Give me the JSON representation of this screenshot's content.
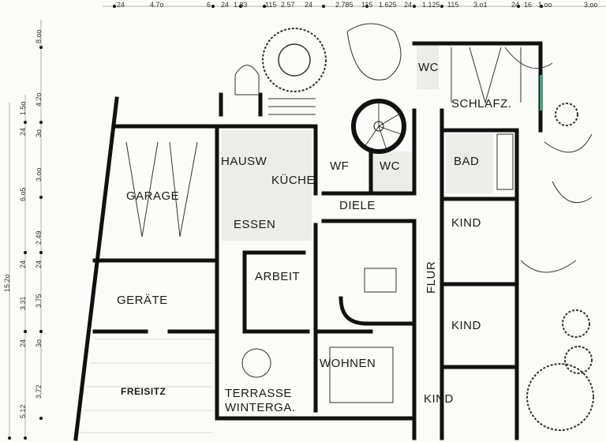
{
  "rooms": [
    {
      "label": "GARAGE"
    },
    {
      "label": "GERÄTE"
    },
    {
      "label": "FREISITZ"
    },
    {
      "label": "HAUSW"
    },
    {
      "label": "KÜCHE"
    },
    {
      "label": "ESSEN"
    },
    {
      "label": "WF"
    },
    {
      "label": "WC"
    },
    {
      "label": "DIELE"
    },
    {
      "label": "ARBEIT"
    },
    {
      "label": "WOHNEN"
    },
    {
      "label": "TERRASSE"
    },
    {
      "label": "WINTERGA."
    },
    {
      "label": "FLUR"
    },
    {
      "label": "SCHLAFZ."
    },
    {
      "label": "WC"
    },
    {
      "label": "BAD"
    },
    {
      "label": "KIND"
    },
    {
      "label": "KIND"
    },
    {
      "label": "KIND"
    }
  ],
  "dimensions_top": [
    "24",
    "4.7o",
    "6",
    "24",
    "1.83",
    "115",
    "2.57",
    "24",
    "2.785",
    "115",
    "1.625",
    "24",
    "1.125",
    "115",
    "3.o1",
    "24",
    "16",
    "1.oo",
    "3.oo"
  ],
  "dimensions_left": [
    "15.2o",
    "1.5o",
    "24",
    "6.o5",
    "24",
    "3.31",
    "24",
    "5.12",
    "8.oo",
    "4.2o",
    "3o",
    "3.oo",
    "2.49",
    "24",
    "3.75",
    "3o",
    "3.72"
  ],
  "colors": {
    "walls": "#111111",
    "paper": "#fbfbf9",
    "annotation": "#3aa57a"
  }
}
